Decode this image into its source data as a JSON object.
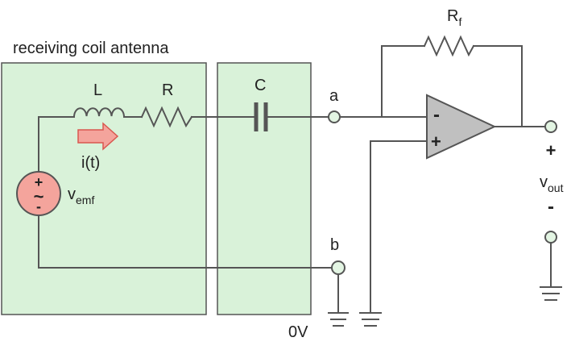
{
  "title": "receiving coil antenna",
  "components": {
    "inductor": "L",
    "resistor": "R",
    "capacitor": "C",
    "feedback_resistor": {
      "base": "R",
      "sub": "f"
    },
    "source": {
      "base": "v",
      "sub": "emf",
      "plus": "+",
      "minus": "-",
      "symbol": "~"
    }
  },
  "current": {
    "label": "i(t)"
  },
  "nodes": {
    "a": "a",
    "b": "b"
  },
  "opamp": {
    "minus": "-",
    "plus": "+"
  },
  "output": {
    "base": "v",
    "sub": "out",
    "plus": "+",
    "minus": "-"
  },
  "ground": {
    "label": "0V"
  },
  "colors": {
    "box_fill": "#d9f2d9",
    "box_stroke": "#555555",
    "wire": "#555555",
    "opamp_fill": "#c0c0c0",
    "arrow_fill": "#f4a49c",
    "arrow_stroke": "#d9574f",
    "terminal_fill": "#e3f5e3",
    "text": "#222222"
  }
}
